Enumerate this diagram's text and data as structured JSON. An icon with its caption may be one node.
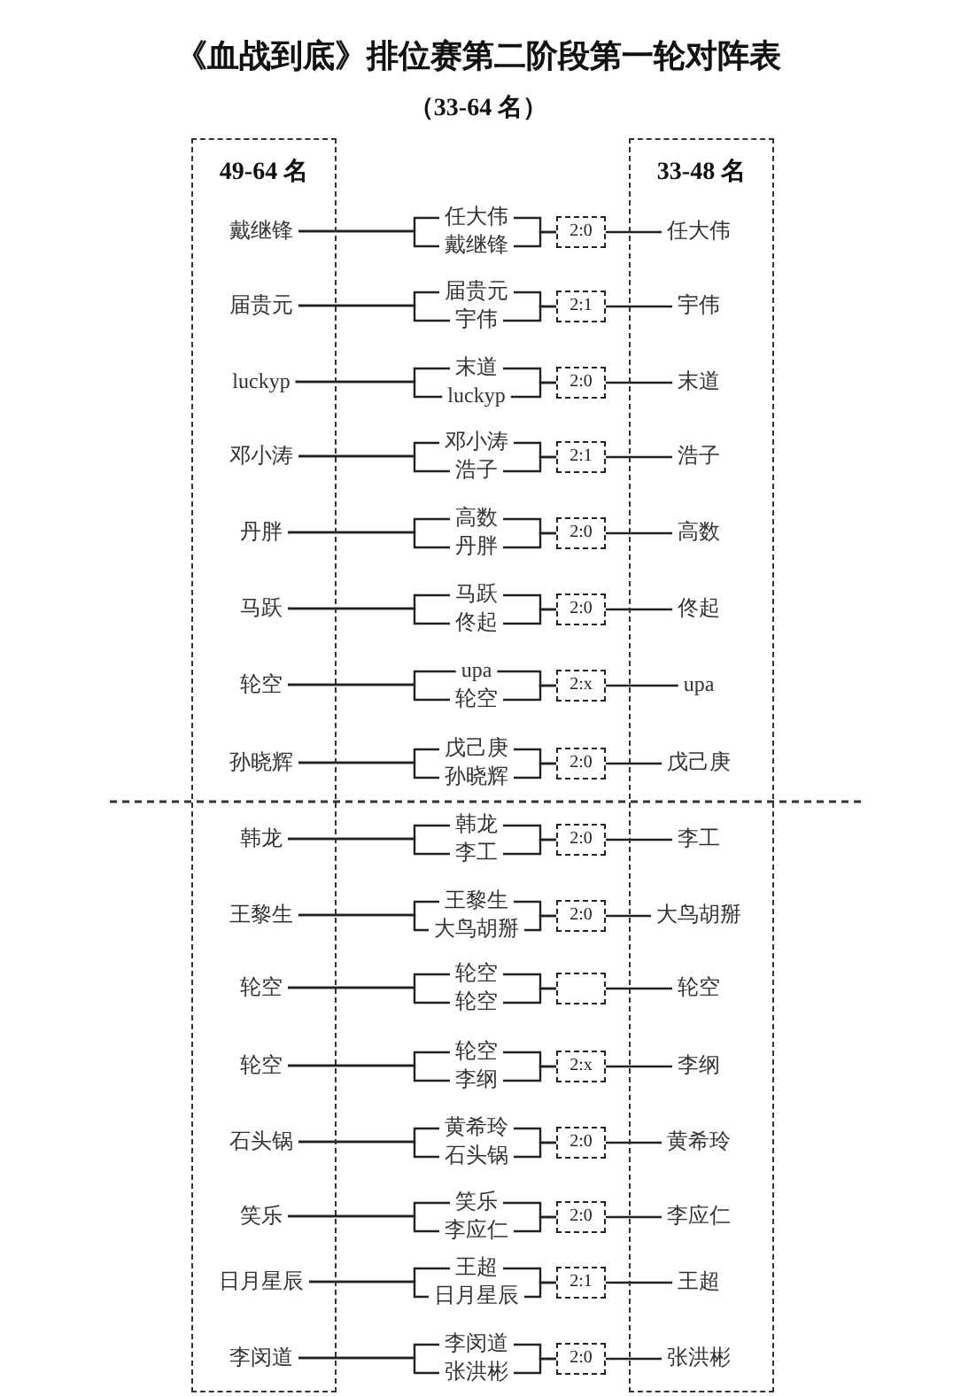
{
  "diagram": {
    "title": "《血战到底》排位赛第二阶段第一轮对阵表",
    "nodes": [
      {
        "text": [
          "49-64 名"
        ]
      },
      {
        "text": [
          "33-48 名"
        ]
      },
      {
        "text": [
          "戴继锋"
        ],
        "in": 0
      },
      {
        "text": [
          "任大伟"
        ]
      },
      {
        "text": [
          "戴继锋"
        ]
      },
      {
        "text": [
          "2:0"
        ]
      },
      {
        "text": [
          "任大伟"
        ],
        "in": 1
      },
      {
        "text": [
          "届贵元"
        ],
        "in": 0
      },
      {
        "text": [
          "届贵元"
        ]
      },
      {
        "text": [
          "宇伟"
        ]
      },
      {
        "text": [
          "2:1"
        ]
      },
      {
        "text": [
          "宇伟"
        ],
        "in": 1
      },
      {
        "text": [
          "luckyp"
        ],
        "in": 0
      },
      {
        "text": [
          "末道"
        ]
      },
      {
        "text": [
          "luckyp"
        ]
      },
      {
        "text": [
          "2:0"
        ]
      },
      {
        "text": [
          "末道"
        ],
        "in": 1
      },
      {
        "text": [
          "邓小涛"
        ],
        "in": 0
      },
      {
        "text": [
          "邓小涛"
        ]
      },
      {
        "text": [
          "浩子"
        ]
      },
      {
        "text": [
          "2:1"
        ]
      },
      {
        "text": [
          "浩子"
        ],
        "in": 1
      },
      {
        "text": [
          "丹胖"
        ],
        "in": 0
      },
      {
        "text": [
          "高数"
        ]
      },
      {
        "text": [
          "丹胖"
        ]
      },
      {
        "text": [
          "2:0"
        ]
      },
      {
        "text": [
          "高数"
        ],
        "in": 1
      },
      {
        "text": [
          "马跃"
        ],
        "in": 0
      },
      {
        "text": [
          "马跃"
        ]
      },
      {
        "text": [
          "佟起"
        ]
      },
      {
        "text": [
          "2:0"
        ]
      },
      {
        "text": [
          "佟起"
        ],
        "in": 1
      },
      {
        "text": [
          "轮空"
        ],
        "in": 0
      },
      {
        "text": [
          "upa"
        ]
      },
      {
        "text": [
          "轮空"
        ]
      },
      {
        "text": [
          "2:x"
        ]
      },
      {
        "text": [
          "upa"
        ],
        "in": 1
      },
      {
        "text": [
          "孙晓辉"
        ],
        "in": 0
      },
      {
        "text": [
          "戊己庚"
        ]
      },
      {
        "text": [
          "孙晓辉"
        ]
      },
      {
        "text": [
          "2:0"
        ]
      },
      {
        "text": [
          "戊己庚"
        ],
        "in": 1
      },
      {
        "text": [
          "韩龙"
        ],
        "in": 0
      },
      {
        "text": [
          "韩龙"
        ]
      },
      {
        "text": [
          "李工"
        ]
      },
      {
        "text": [
          "2:0"
        ]
      },
      {
        "text": [
          "李工"
        ],
        "in": 1
      },
      {
        "text": [
          "王黎生"
        ],
        "in": 0
      },
      {
        "text": [
          "王黎生"
        ]
      },
      {
        "text": [
          "大鸟胡掰"
        ]
      },
      {
        "text": [
          "2:0"
        ]
      },
      {
        "text": [
          "大鸟胡掰"
        ],
        "in": 1
      },
      {
        "text": [
          "轮空"
        ],
        "in": 0
      },
      {
        "text": [
          "轮空"
        ]
      },
      {
        "text": [
          "轮空"
        ]
      },
      {
        "text": [],
        "shape": "box"
      },
      {
        "text": [
          "轮空"
        ],
        "in": 1
      },
      {
        "text": [
          "轮空"
        ],
        "in": 0
      },
      {
        "text": [
          "轮空"
        ]
      },
      {
        "text": [
          "李纲"
        ]
      },
      {
        "text": [
          "2:x"
        ]
      },
      {
        "text": [
          "李纲"
        ],
        "in": 1
      },
      {
        "text": [
          "石头锅"
        ],
        "in": 0
      },
      {
        "text": [
          "黄希玲"
        ]
      },
      {
        "text": [
          "石头锅"
        ]
      },
      {
        "text": [
          "2:0"
        ]
      },
      {
        "text": [
          "黄希玲"
        ],
        "in": 1
      },
      {
        "text": [
          "笑乐"
        ],
        "in": 0
      },
      {
        "text": [
          "笑乐"
        ]
      },
      {
        "text": [
          "李应仁"
        ]
      },
      {
        "text": [
          "2:0"
        ]
      },
      {
        "text": [
          "李应仁"
        ],
        "in": 1
      },
      {
        "text": [
          "日月星辰"
        ],
        "in": 0
      },
      {
        "text": [
          "王超"
        ]
      },
      {
        "text": [
          "日月星辰"
        ]
      },
      {
        "text": [
          "2:1"
        ]
      },
      {
        "text": [
          "王超"
        ],
        "in": 1
      },
      {
        "text": [
          "李闵道"
        ],
        "in": 0
      },
      {
        "text": [
          "李闵道"
        ]
      },
      {
        "text": [
          "张洪彬"
        ]
      },
      {
        "text": [
          "2:0"
        ]
      },
      {
        "text": [
          "张洪彬"
        ],
        "in": 1
      }
    ],
    "edges": [
      {
        "from": 2,
        "to": 3,
        "arrow": "none"
      },
      {
        "from": 2,
        "to": 4,
        "arrow": "none"
      },
      {
        "from": 3,
        "to": 5,
        "arrow": "none"
      },
      {
        "from": 4,
        "to": 5,
        "arrow": "none"
      },
      {
        "from": 5,
        "to": 6,
        "arrow": "none"
      },
      {
        "from": 7,
        "to": 8,
        "arrow": "none"
      },
      {
        "from": 7,
        "to": 9,
        "arrow": "none"
      },
      {
        "from": 8,
        "to": 10,
        "arrow": "none"
      },
      {
        "from": 9,
        "to": 10,
        "arrow": "none"
      },
      {
        "from": 10,
        "to": 11,
        "arrow": "none"
      },
      {
        "from": 12,
        "to": 13,
        "arrow": "none"
      },
      {
        "from": 12,
        "to": 14,
        "arrow": "none"
      },
      {
        "from": 13,
        "to": 15,
        "arrow": "none"
      },
      {
        "from": 14,
        "to": 15,
        "arrow": "none"
      },
      {
        "from": 15,
        "to": 16,
        "arrow": "none"
      },
      {
        "from": 17,
        "to": 18,
        "arrow": "none"
      },
      {
        "from": 17,
        "to": 19,
        "arrow": "none"
      },
      {
        "from": 18,
        "to": 20,
        "arrow": "none"
      },
      {
        "from": 19,
        "to": 20,
        "arrow": "none"
      },
      {
        "from": 20,
        "to": 21,
        "arrow": "none"
      },
      {
        "from": 22,
        "to": 23,
        "arrow": "none"
      },
      {
        "from": 22,
        "to": 24,
        "arrow": "none"
      },
      {
        "from": 23,
        "to": 25,
        "arrow": "none"
      },
      {
        "from": 24,
        "to": 25,
        "arrow": "none"
      },
      {
        "from": 25,
        "to": 26,
        "arrow": "none"
      },
      {
        "from": 27,
        "to": 28,
        "arrow": "none"
      },
      {
        "from": 27,
        "to": 29,
        "arrow": "none"
      },
      {
        "from": 28,
        "to": 30,
        "arrow": "none"
      },
      {
        "from": 29,
        "to": 30,
        "arrow": "none"
      },
      {
        "from": 30,
        "to": 31,
        "arrow": "none"
      },
      {
        "from": 32,
        "to": 33,
        "arrow": "none"
      },
      {
        "from": 32,
        "to": 34,
        "arrow": "none"
      },
      {
        "from": 33,
        "to": 35,
        "arrow": "none"
      },
      {
        "from": 34,
        "to": 35,
        "arrow": "none"
      },
      {
        "from": 35,
        "to": 36,
        "arrow": "none"
      },
      {
        "from": 37,
        "to": 38,
        "arrow": "none"
      },
      {
        "from": 37,
        "to": 39,
        "arrow": "none"
      },
      {
        "from": 38,
        "to": 40,
        "arrow": "none"
      },
      {
        "from": 39,
        "to": 40,
        "arrow": "none"
      },
      {
        "from": 40,
        "to": 41,
        "arrow": "none"
      },
      {
        "from": 42,
        "to": 43,
        "arrow": "none"
      },
      {
        "from": 42,
        "to": 44,
        "arrow": "none"
      },
      {
        "from": 43,
        "to": 45,
        "arrow": "none"
      },
      {
        "from": 44,
        "to": 45,
        "arrow": "none"
      },
      {
        "from": 45,
        "to": 46,
        "arrow": "none"
      },
      {
        "from": 47,
        "to": 48,
        "arrow": "none"
      },
      {
        "from": 47,
        "to": 49,
        "arrow": "none"
      },
      {
        "from": 48,
        "to": 50,
        "arrow": "none"
      },
      {
        "from": 49,
        "to": 50,
        "arrow": "none"
      },
      {
        "from": 50,
        "to": 51,
        "arrow": "none"
      },
      {
        "from": 52,
        "to": 53,
        "arrow": "none"
      },
      {
        "from": 52,
        "to": 54,
        "arrow": "none"
      },
      {
        "from": 53,
        "to": 55,
        "arrow": "none"
      },
      {
        "from": 54,
        "to": 55,
        "arrow": "none"
      },
      {
        "from": 55,
        "to": 56,
        "arrow": "none"
      },
      {
        "from": 57,
        "to": 58,
        "arrow": "none"
      },
      {
        "from": 57,
        "to": 59,
        "arrow": "none"
      },
      {
        "from": 58,
        "to": 60,
        "arrow": "none"
      },
      {
        "from": 59,
        "to": 60,
        "arrow": "none"
      },
      {
        "from": 60,
        "to": 61,
        "arrow": "none"
      },
      {
        "from": 62,
        "to": 63,
        "arrow": "none"
      },
      {
        "from": 62,
        "to": 64,
        "arrow": "none"
      },
      {
        "from": 63,
        "to": 65,
        "arrow": "none"
      },
      {
        "from": 64,
        "to": 65,
        "arrow": "none"
      },
      {
        "from": 65,
        "to": 66,
        "arrow": "none"
      },
      {
        "from": 67,
        "to": 68,
        "arrow": "none"
      },
      {
        "from": 67,
        "to": 69,
        "arrow": "none"
      },
      {
        "from": 68,
        "to": 70,
        "arrow": "none"
      },
      {
        "from": 69,
        "to": 70,
        "arrow": "none"
      },
      {
        "from": 70,
        "to": 71,
        "arrow": "none"
      },
      {
        "from": 72,
        "to": 73,
        "arrow": "none"
      },
      {
        "from": 72,
        "to": 74,
        "arrow": "none"
      },
      {
        "from": 73,
        "to": 75,
        "arrow": "none"
      },
      {
        "from": 74,
        "to": 75,
        "arrow": "none"
      },
      {
        "from": 75,
        "to": 76,
        "arrow": "none"
      },
      {
        "from": 77,
        "to": 78,
        "arrow": "none"
      },
      {
        "from": 77,
        "to": 79,
        "arrow": "none"
      },
      {
        "from": 78,
        "to": 80,
        "arrow": "none"
      },
      {
        "from": 79,
        "to": 80,
        "arrow": "none"
      },
      {
        "from": 80,
        "to": 81,
        "arrow": "none"
      }
    ],
    "labels": [
      "（33-64 名）"
    ]
  }
}
